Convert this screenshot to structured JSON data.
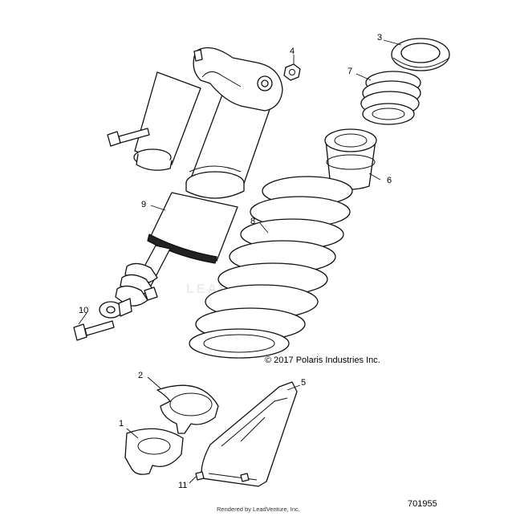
{
  "callouts": [
    {
      "num": "1"
    },
    {
      "num": "2"
    },
    {
      "num": "3"
    },
    {
      "num": "4"
    },
    {
      "num": "5"
    },
    {
      "num": "6"
    },
    {
      "num": "7"
    },
    {
      "num": "8"
    },
    {
      "num": "9"
    },
    {
      "num": "10"
    },
    {
      "num": "11"
    }
  ],
  "copyright": "© 2017 Polaris Industries Inc.",
  "figure_number": "701955",
  "rendered_by": "Rendered by LeadVenture, Inc.",
  "watermark": "LEADVENTURE"
}
